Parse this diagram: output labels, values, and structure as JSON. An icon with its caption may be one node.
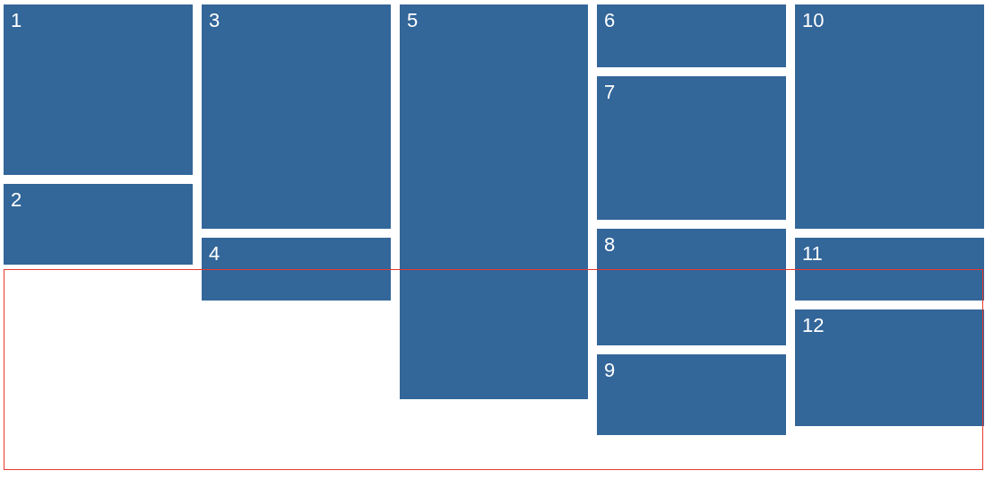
{
  "diagram": {
    "nodes": [
      {
        "text": [
          "1"
        ]
      },
      {
        "text": [
          "2"
        ]
      },
      {
        "text": [
          "3"
        ]
      },
      {
        "text": [
          "4"
        ]
      },
      {
        "text": [
          "5"
        ]
      },
      {
        "text": [
          "6"
        ]
      },
      {
        "text": [
          "7"
        ]
      },
      {
        "text": [
          "8"
        ]
      },
      {
        "text": [
          "9"
        ]
      },
      {
        "text": [
          "10"
        ]
      },
      {
        "text": [
          "11"
        ]
      },
      {
        "text": [
          "12"
        ]
      }
    ]
  }
}
